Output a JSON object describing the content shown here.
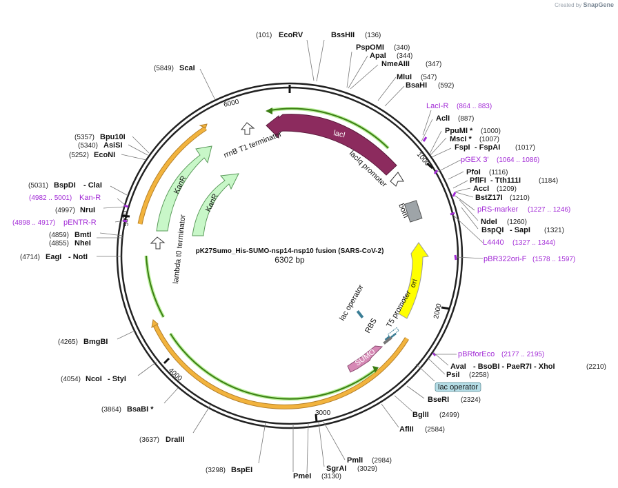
{
  "header": {
    "created_by": "Created by",
    "brand": "SnapGene"
  },
  "plasmid": {
    "name": "pK27Sumo_His-SUMO-nsp14-nsp10 fusion (SARS-CoV-2)",
    "size": "6302 bp"
  },
  "ticks": [
    "1000",
    "2000",
    "3000",
    "4000",
    "5000",
    "6000"
  ],
  "enzymes": [
    {
      "num": "(101)",
      "name": "EcoRV"
    },
    {
      "name": "BssHII",
      "num": "(136)"
    },
    {
      "name": "PspOMI",
      "num": "(340)"
    },
    {
      "name": "ApaI",
      "num": "(344)"
    },
    {
      "name": "NmeAIII",
      "num": "(347)"
    },
    {
      "name": "MluI",
      "num": "(547)"
    },
    {
      "name": "BsaHI",
      "num": "(592)"
    },
    {
      "name": "AclI",
      "num": "(887)"
    },
    {
      "name": "PpuMI *",
      "num": "(1000)"
    },
    {
      "name": "MscI *",
      "num": "(1007)"
    },
    {
      "name": "FspI",
      "extra": "- FspAI",
      "num": "(1017)"
    },
    {
      "name": "PfoI",
      "num": "(1116)"
    },
    {
      "name": "PflFI",
      "extra": "- Tth111I",
      "num": "(1184)"
    },
    {
      "name": "AccI",
      "num": "(1209)"
    },
    {
      "name": "BstZ17I",
      "num": "(1210)"
    },
    {
      "name": "NdeI",
      "num": "(1260)"
    },
    {
      "name": "BspQI",
      "extra": "- SapI",
      "num": "(1321)"
    },
    {
      "name": "AvaI",
      "extra": "- BsoBI  - PaeR7I  - XhoI",
      "num": "(2210)"
    },
    {
      "name": "PsiI",
      "num": "(2258)"
    },
    {
      "name": "BseRI",
      "num": "(2324)"
    },
    {
      "name": "BglII",
      "num": "(2499)"
    },
    {
      "name": "AflII",
      "num": "(2584)"
    },
    {
      "name": "PmlI",
      "num": "(2984)"
    },
    {
      "name": "SgrAI",
      "num": "(3029)"
    },
    {
      "name": "PmeI",
      "num": "(3130)"
    },
    {
      "num": "(3298)",
      "name": "BspEI"
    },
    {
      "num": "(3637)",
      "name": "DraIII"
    },
    {
      "num": "(3864)",
      "name": "BsaBI  *"
    },
    {
      "num": "(4054)",
      "name": "NcoI",
      "extra": "- StyI"
    },
    {
      "num": "(4265)",
      "name": "BmgBI"
    },
    {
      "num": "(4714)",
      "name": "EagI",
      "extra": "- NotI"
    },
    {
      "num": "(4855)",
      "name": "NheI"
    },
    {
      "num": "(4859)",
      "name": "BmtI"
    },
    {
      "num": "(4997)",
      "name": "NruI"
    },
    {
      "num": "(5031)",
      "name": "BspDI",
      "extra": "- ClaI"
    },
    {
      "num": "(5252)",
      "name": "EcoNI"
    },
    {
      "num": "(5340)",
      "name": "AsiSI"
    },
    {
      "num": "(5357)",
      "name": "Bpu10I"
    },
    {
      "num": "(5849)",
      "name": "ScaI"
    }
  ],
  "primers": [
    {
      "name": "LacI-R",
      "range": "(864 .. 883)"
    },
    {
      "name": "pGEX 3'",
      "range": "(1064 .. 1086)"
    },
    {
      "name": "pRS-marker",
      "range": "(1227 .. 1246)"
    },
    {
      "name": "L4440",
      "range": "(1327 .. 1344)"
    },
    {
      "name": "pBR322ori-F",
      "range": "(1578 .. 1597)"
    },
    {
      "name": "pBRforEco",
      "range": "(2177 .. 2195)"
    },
    {
      "name": "Kan-R",
      "range": "(4982 .. 5001)"
    },
    {
      "name": "pENTR-R",
      "range": "(4898 .. 4917)"
    }
  ],
  "features": {
    "laci": "lacI",
    "laciq": "lacIq promoter",
    "bom": "bom",
    "ori": "ori",
    "rrnb": "rrnB T1 terminator",
    "kanr1": "KanR",
    "kanr2": "KanR",
    "lambda": "lambda t0 terminator",
    "lac_op_inner": "lac operator",
    "t5": "T5 promoter",
    "rbs": "RBS",
    "sumo": "SUMO",
    "lac_op_box": "lac operator"
  },
  "colors": {
    "laci": "#8c2b5e",
    "ori": "#ffff00",
    "kanr": "#c8f7c8",
    "orf": "#f2b33d",
    "orf_inner": "#4a8a1a",
    "sumo": "#d688b5",
    "primer": "#a22ad6",
    "bom": "#9ea4a8",
    "lac_op_box": "#b5dde6"
  }
}
